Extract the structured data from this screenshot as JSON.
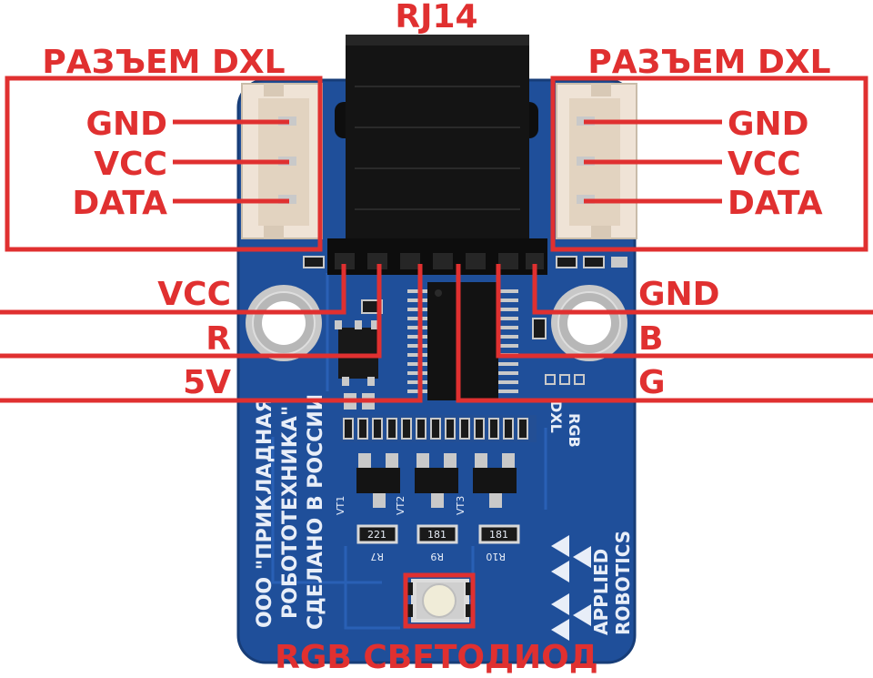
{
  "colors": {
    "annotation": "#e03030",
    "board": "#1f4f9a",
    "board_dark": "#173d78",
    "connector_black": "#141414",
    "connector_white": "#efe3d6",
    "pin": "#c9c9c9",
    "silkscreen": "#e8eef8"
  },
  "labels": {
    "rj14": "RJ14",
    "dxl_left_title": "РАЗЪЕМ DXL",
    "dxl_right_title": "РАЗЪЕМ DXL",
    "left_pins": [
      "GND",
      "VCC",
      "DATA"
    ],
    "right_pins": [
      "GND",
      "VCC",
      "DATA"
    ],
    "lower_left": [
      "VCC",
      "R",
      "5V"
    ],
    "lower_right": [
      "GND",
      "B",
      "G"
    ],
    "led": "RGB СВЕТОДИОД"
  },
  "silkscreen": {
    "company_line1": "ООО \"ПРИКЛАДНАЯ",
    "company_line2": "РОБОТОТЕХНИКА\"",
    "company_line3": "СДЕЛАНО В РОССИИ",
    "brand_line1": "APPLIED",
    "brand_line2": "ROBOTICS",
    "module_line1": "RGB",
    "module_line2": "DXL",
    "resistor_ids": [
      "R7",
      "R9",
      "R10"
    ],
    "resistor_codes": [
      "221",
      "181",
      "181"
    ],
    "transistor_ids": [
      "VT1",
      "VT2",
      "VT3"
    ]
  }
}
